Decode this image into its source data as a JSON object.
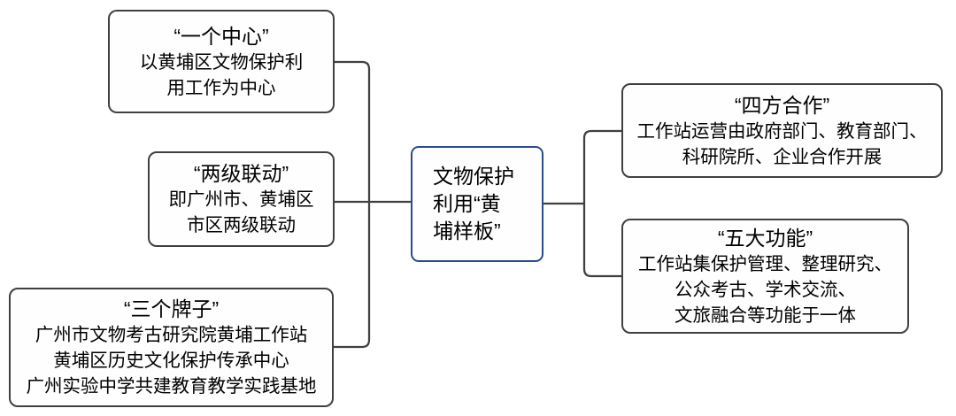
{
  "diagram": {
    "center": {
      "text": "文物保护\n利用“黄\n埔样板”"
    },
    "left_nodes": [
      {
        "title": "“一个中心”",
        "body": "以黄埔区文物保护利\n用工作为中心"
      },
      {
        "title": "“两级联动”",
        "body": "即广州市、黄埔区\n市区两级联动"
      },
      {
        "title": "“三个牌子”",
        "body": "广州市文物考古研究院黄埔工作站\n黄埔区历史文化保护传承中心\n广州实验中学共建教育教学实践基地"
      }
    ],
    "right_nodes": [
      {
        "title": "“四方合作”",
        "body": "工作站运营由政府部门、教育部门、\n科研院所、企业合作开展"
      },
      {
        "title": "“五大功能”",
        "body": "工作站集保护管理、整理研究、\n公众考古、学术交流、\n文旅融合等功能于一体"
      }
    ],
    "colors": {
      "node_border": "#404040",
      "center_node_border": "#2b4c8c",
      "connector_line": "#404040",
      "text": "#000000",
      "background": "#ffffff"
    }
  }
}
